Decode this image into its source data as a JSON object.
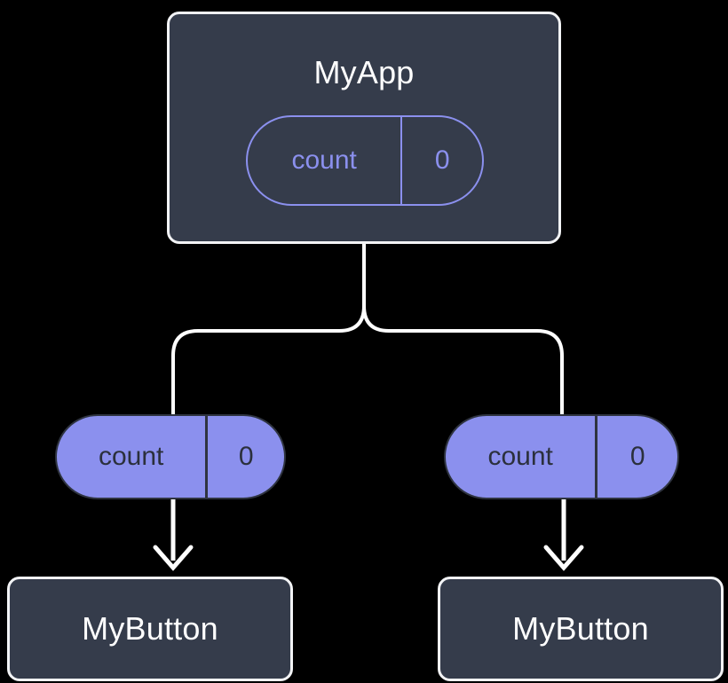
{
  "diagram": {
    "type": "component-tree",
    "background_color": "#000000",
    "colors": {
      "node_fill": "#353c4b",
      "node_border": "#f2f3f5",
      "node_title_text": "#ffffff",
      "state_accent": "#8b90ee",
      "pill_fill": "#8b90ee",
      "pill_text_on_fill": "#2b303c",
      "edge_stroke": "#ffffff"
    },
    "root": {
      "title": "MyApp",
      "state": {
        "key": "count",
        "value": "0"
      }
    },
    "children": [
      {
        "prop": {
          "key": "count",
          "value": "0"
        },
        "title": "MyButton"
      },
      {
        "prop": {
          "key": "count",
          "value": "0"
        },
        "title": "MyButton"
      }
    ],
    "edges": [
      {
        "name": "root-to-branch-split"
      },
      {
        "name": "branch-to-left-prop"
      },
      {
        "name": "branch-to-right-prop"
      },
      {
        "name": "left-prop-to-left-button"
      },
      {
        "name": "right-prop-to-right-button"
      }
    ]
  }
}
